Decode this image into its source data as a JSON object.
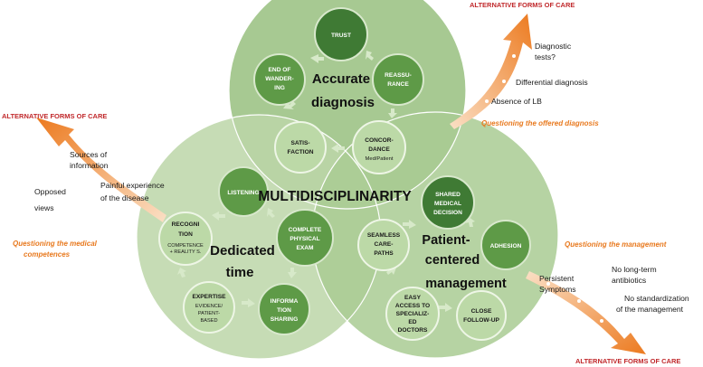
{
  "colors": {
    "circle_top": "#9fc489",
    "circle_left": "#c4dab4",
    "circle_right": "#aecd98",
    "node_dark": "#3f7a34",
    "node_mid": "#5e9a47",
    "node_light": "#bcd9a7",
    "arrow_orange": "#ec7a1f",
    "alt_red": "#c0282b",
    "question_orange": "#e8791e"
  },
  "center": "MULTIDISCIPLINARITY",
  "circles": {
    "top": {
      "title_1": "Accurate",
      "title_2": "diagnosis"
    },
    "left": {
      "title_1": "Dedicated",
      "title_2": "time"
    },
    "right": {
      "title_1": "Patient-",
      "title_2": "centered",
      "title_3": "management"
    }
  },
  "nodes": {
    "trust": "TRUST",
    "reassurance_1": "REASSU-",
    "reassurance_2": "RANCE",
    "end_wandering_1": "END OF",
    "end_wandering_2": "WANDER-",
    "end_wandering_3": "ING",
    "satisfaction_1": "SATIS-",
    "satisfaction_2": "FACTION",
    "concordance_1": "CONCOR-",
    "concordance_2": "DANCE",
    "concordance_3": "Med/Patient",
    "listening": "LISTENING",
    "exam_1": "COMPLETE",
    "exam_2": "PHYSICAL",
    "exam_3": "EXAM",
    "recognition_1": "RECOGNI",
    "recognition_2": "TION",
    "recognition_3": "COMPETENCE",
    "recognition_4": "+ REALITY S.",
    "expertise_1": "EXPERTISE",
    "expertise_2": "EVIDENCE/",
    "expertise_3": "PATIENT-",
    "expertise_4": "BASED",
    "info_1": "INFORMA",
    "info_2": "TION",
    "info_3": "SHARING",
    "shared_1": "SHARED",
    "shared_2": "MEDICAL",
    "shared_3": "DECISION",
    "adhesion": "ADHESION",
    "seamless_1": "SEAMLESS",
    "seamless_2": "CARE-",
    "seamless_3": "PATHS",
    "easy_1": "EASY",
    "easy_2": "ACCESS TO",
    "easy_3": "SPECIALIZ-",
    "easy_4": "ED",
    "easy_5": "DOCTORS",
    "followup_1": "CLOSE",
    "followup_2": "FOLLOW-UP"
  },
  "alternative_forms": "ALTERNATIVE FORMS OF CARE",
  "questions": {
    "diagnosis": "Questioning the offered diagnosis",
    "medical_1": "Questioning the medical",
    "medical_2": "competences",
    "management": "Questioning the management"
  },
  "top_right_labels": {
    "diag_tests_1": "Diagnostic",
    "diag_tests_2": "tests?",
    "differential": "Differential diagnosis",
    "absence": "Absence of LB"
  },
  "left_labels": {
    "sources_1": "Sources of",
    "sources_2": "information",
    "painful_1": "Painful experience",
    "painful_2": "of the disease",
    "opposed_1": "Opposed",
    "opposed_2": "views"
  },
  "right_labels": {
    "persistent_1": "Persistent",
    "persistent_2": "Symptoms",
    "antibiotics_1": "No long-term",
    "antibiotics_2": "antibiotics",
    "standard_1": "No standardization",
    "standard_2": "of the management"
  }
}
